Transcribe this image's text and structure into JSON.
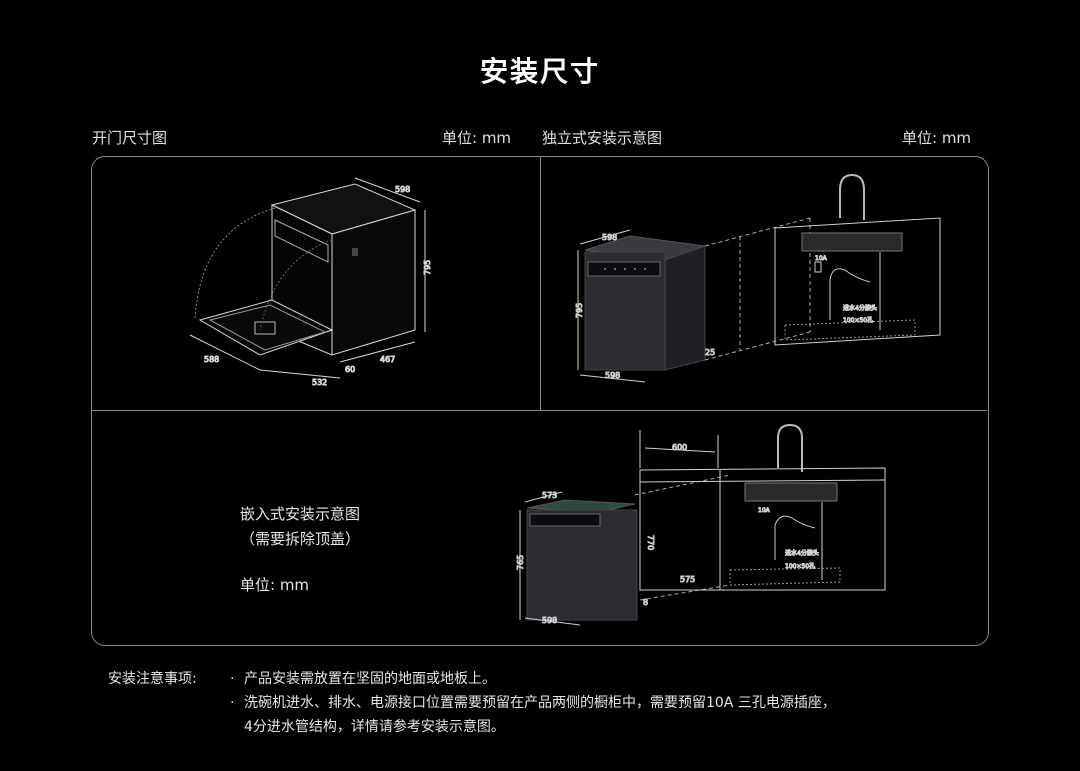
{
  "page": {
    "title": "安装尺寸"
  },
  "sections": {
    "door_open": {
      "title": "开门尺寸图",
      "unit": "单位: mm",
      "dimensions": {
        "top_width": "598",
        "height": "795",
        "door_depth": "588",
        "base_depth": "532",
        "gap": "60",
        "body_depth": "467"
      }
    },
    "freestanding": {
      "title": "独立式安装示意图",
      "unit": "单位: mm",
      "dimensions": {
        "top_width": "598",
        "height": "795",
        "bottom_width": "598",
        "small": "25",
        "socket": "10A",
        "water_inlet": "进水4分接头",
        "hole": "100×50孔"
      }
    },
    "built_in": {
      "title": "嵌入式安装示意图",
      "note": "（需要拆除顶盖）",
      "unit": "单位: mm",
      "dimensions": {
        "cabinet_width": "600",
        "top_width": "573",
        "height": "765",
        "cabinet_height": "770",
        "cabinet_depth": "575",
        "bottom_width": "598",
        "small": "8",
        "socket": "10A",
        "water_inlet": "进水4分接头",
        "hole": "100×50孔"
      }
    }
  },
  "notes": {
    "heading": "安装注意事项:",
    "bullet": "·",
    "items": [
      "产品安装需放置在坚固的地面或地板上。",
      "洗碗机进水、排水、电源接口位置需要预留在产品两侧的橱柜中，需要预留10A 三孔电源插座，",
      "4分进水管结构，详情请参考安装示意图。"
    ]
  }
}
